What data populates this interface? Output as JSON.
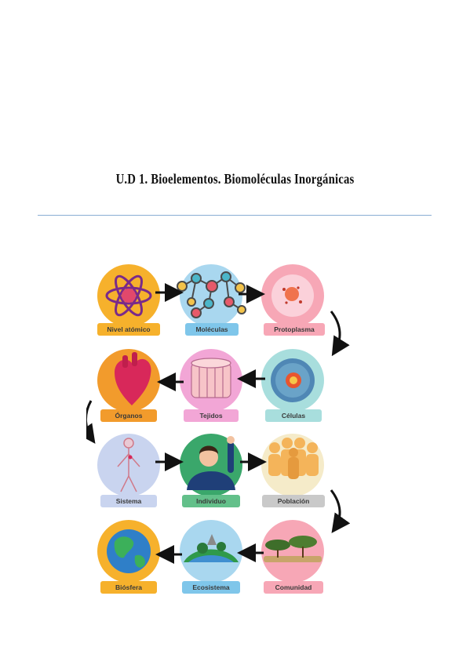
{
  "document": {
    "title": "U.D 1. Bioelementos. Biomoléculas Inorgánicas"
  },
  "levels": [
    {
      "label": "Nivel atómico",
      "circle_color": "#f6b12c",
      "tag_color": "#f6b12c",
      "icon": "atom-icon"
    },
    {
      "label": "Moléculas",
      "circle_color": "#a9d7ef",
      "tag_color": "#7fc6ea",
      "icon": "molecule-icon"
    },
    {
      "label": "Protoplasma",
      "circle_color": "#f7a7b6",
      "tag_color": "#f7a7b6",
      "icon": "protoplasm-icon"
    },
    {
      "label": "Órganos",
      "circle_color": "#f29b2c",
      "tag_color": "#f29b2c",
      "icon": "heart-organ-icon"
    },
    {
      "label": "Tejidos",
      "circle_color": "#f2a6d6",
      "tag_color": "#f2a6d6",
      "icon": "tissue-icon"
    },
    {
      "label": "Células",
      "circle_color": "#a8dedd",
      "tag_color": "#a8dedd",
      "icon": "cell-icon"
    },
    {
      "label": "Sistema",
      "circle_color": "#c9d4ef",
      "tag_color": "#c9d4ef",
      "icon": "circulatory-system-icon"
    },
    {
      "label": "Individuo",
      "circle_color": "#3aa76b",
      "tag_color": "#63c08a",
      "icon": "person-icon"
    },
    {
      "label": "Población",
      "circle_color": "#f5ebc9",
      "tag_color": "#c9c9c9",
      "icon": "population-icon"
    },
    {
      "label": "Biósfera",
      "circle_color": "#f6b12c",
      "tag_color": "#f6b12c",
      "icon": "earth-icon"
    },
    {
      "label": "Ecosistema",
      "circle_color": "#a9d7ef",
      "tag_color": "#7fc6ea",
      "icon": "ecosystem-icon"
    },
    {
      "label": "Comunidad",
      "circle_color": "#f7a7b6",
      "tag_color": "#f7a7b6",
      "icon": "community-icon"
    }
  ]
}
